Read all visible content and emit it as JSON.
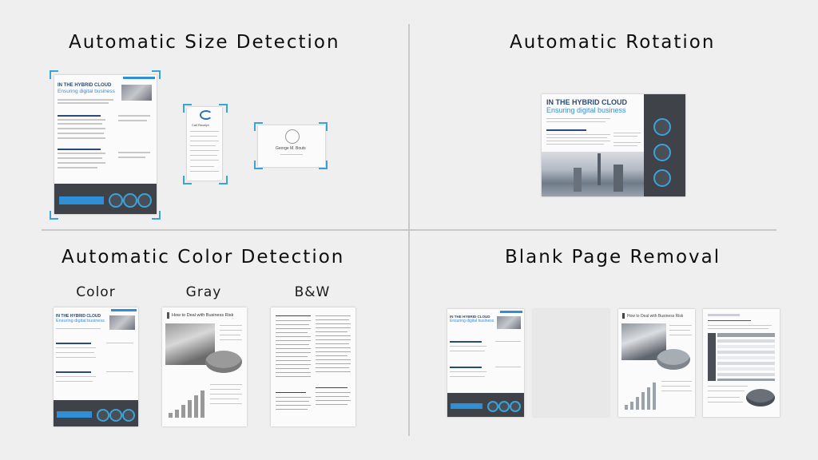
{
  "sections": {
    "size_detection": {
      "title": "Automatic Size Detection"
    },
    "rotation": {
      "title": "Automatic Rotation"
    },
    "color_detection": {
      "title": "Automatic Color Detection",
      "modes": [
        "Color",
        "Gray",
        "B&W"
      ]
    },
    "blank_removal": {
      "title": "Blank Page Removal"
    }
  },
  "thumbs": {
    "brochure_title": "IN THE HYBRID CLOUD",
    "brochure_sub": "Ensuring digital business",
    "receipt_title": "Call Receipt",
    "card_name": "George M. Bouts",
    "report_title": "How to Deal with Business Risk"
  },
  "colors": {
    "accent": "#3aa3d8",
    "brand_dark": "#2a4a7a",
    "divider": "#c9c9c9",
    "background": "#efefef"
  }
}
